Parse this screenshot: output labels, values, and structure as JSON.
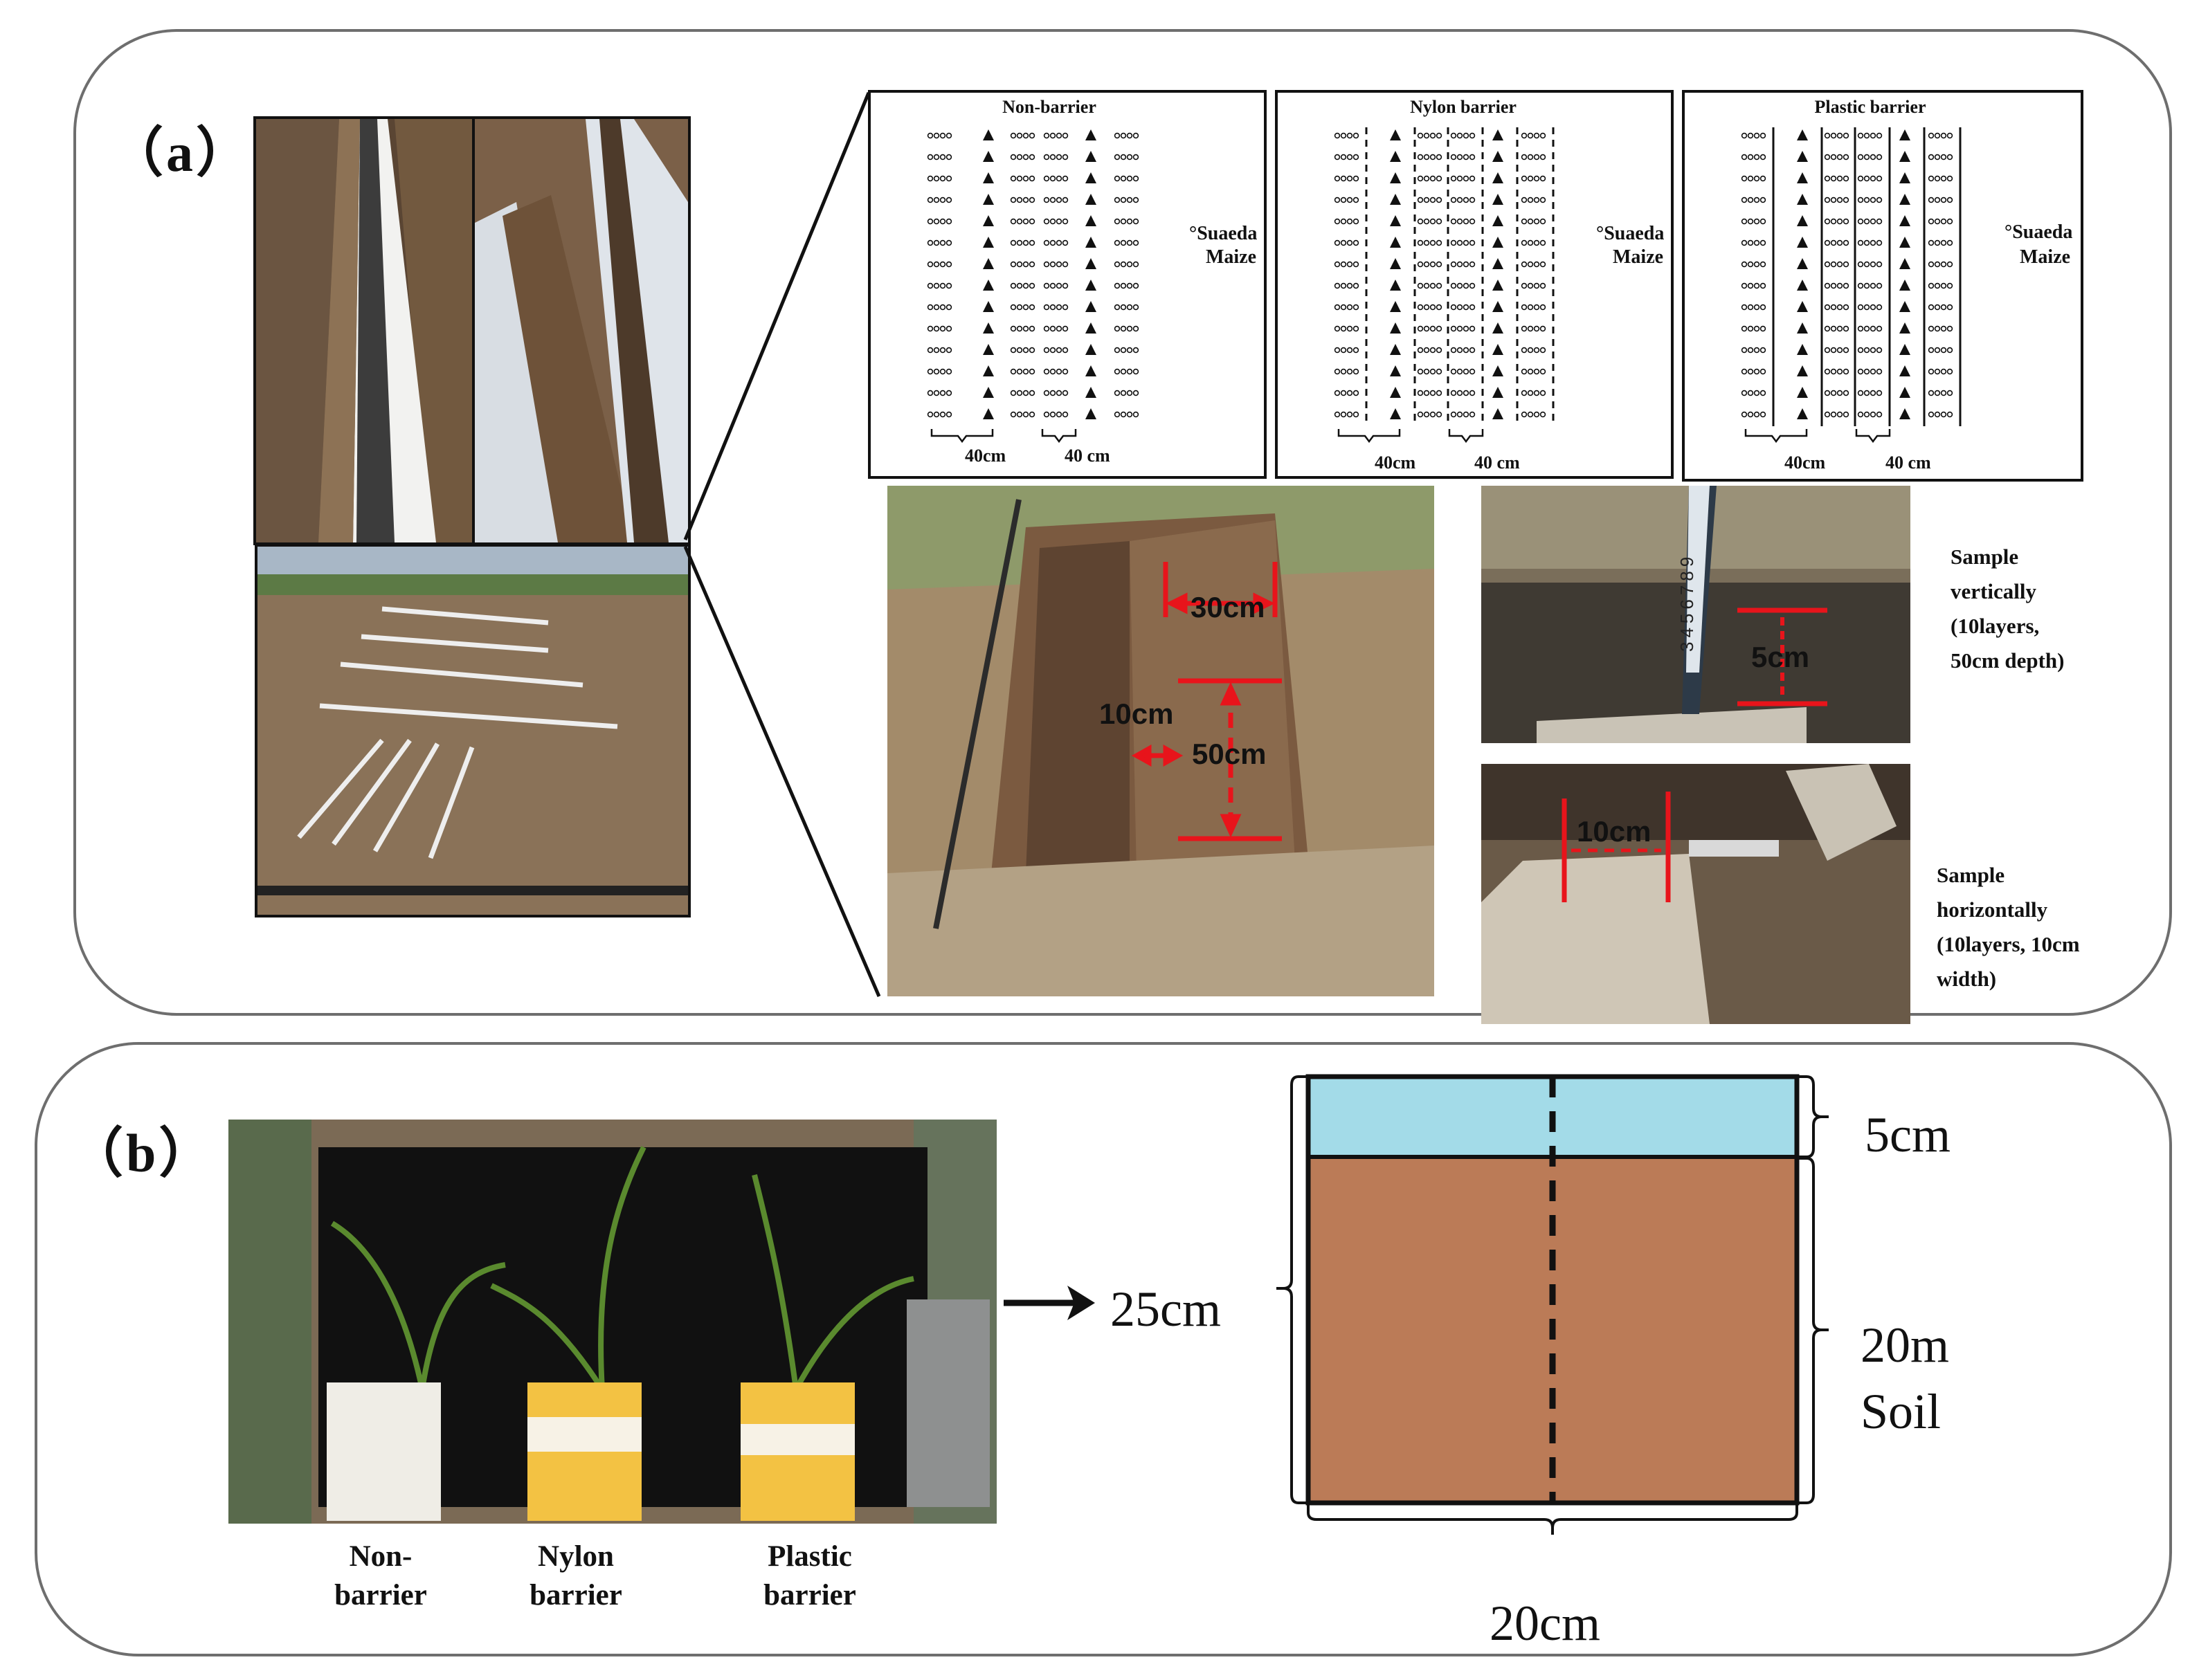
{
  "panel_a": {
    "label": "（a）",
    "layouts": [
      {
        "title": "Non-barrier",
        "legend_suaeda": "°Suaeda",
        "legend_maize": "Maize",
        "spacing_left": "40cm",
        "spacing_right": "40 cm",
        "barrier": "none"
      },
      {
        "title": "Nylon barrier",
        "legend_suaeda": "°Suaeda",
        "legend_maize": "Maize",
        "spacing_left": "40cm",
        "spacing_right": "40 cm",
        "barrier": "dashed"
      },
      {
        "title": "Plastic barrier",
        "legend_suaeda": "°Suaeda",
        "legend_maize": "Maize",
        "spacing_left": "40cm",
        "spacing_right": "40 cm",
        "barrier": "solid"
      }
    ],
    "pit_measures": {
      "width": "30cm",
      "offset": "10cm",
      "depth": "50cm"
    },
    "ruler_digits": "3456789",
    "vertical_measure": "5cm",
    "horizontal_measure": "10cm",
    "vertical_note": [
      "Sample",
      "vertically",
      "(10layers,",
      "50cm depth)"
    ],
    "horizontal_note": [
      "Sample",
      "horizontally",
      "(10layers, 10cm",
      "width)"
    ]
  },
  "panel_b": {
    "label": "（b）",
    "pot_captions": [
      {
        "line1": "Non-",
        "line2": "barrier"
      },
      {
        "line1": "Nylon",
        "line2": "barrier"
      },
      {
        "line1": "Plastic",
        "line2": "barrier"
      }
    ],
    "pot_diagram": {
      "total_height": "25cm",
      "water_depth": "5cm",
      "soil_depth": "20m",
      "soil_label": "Soil",
      "width": "20cm"
    }
  },
  "colors": {
    "water": "#a3dbe8",
    "soil": "#bb7b57",
    "measure_red": "#e8141b",
    "panel_border": "#6e6e6e"
  }
}
